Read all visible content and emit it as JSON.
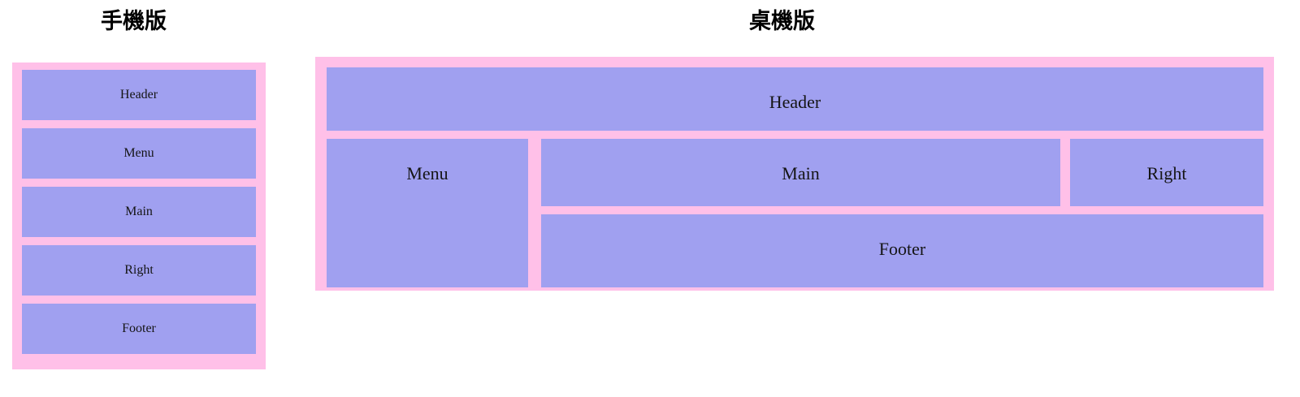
{
  "page": {
    "background_color": "#ffffff",
    "block_color": "#a0a0f0",
    "container_color": "#ffc0e8",
    "label_color": "#151515"
  },
  "mobile": {
    "title": "手機版",
    "blocks": [
      {
        "label": "Header"
      },
      {
        "label": "Menu"
      },
      {
        "label": "Main"
      },
      {
        "label": "Right"
      },
      {
        "label": "Footer"
      }
    ]
  },
  "desktop": {
    "title": "桌機版",
    "blocks": [
      {
        "label": "Header"
      },
      {
        "label": "Menu"
      },
      {
        "label": "Main"
      },
      {
        "label": "Right"
      },
      {
        "label": "Footer"
      }
    ]
  }
}
